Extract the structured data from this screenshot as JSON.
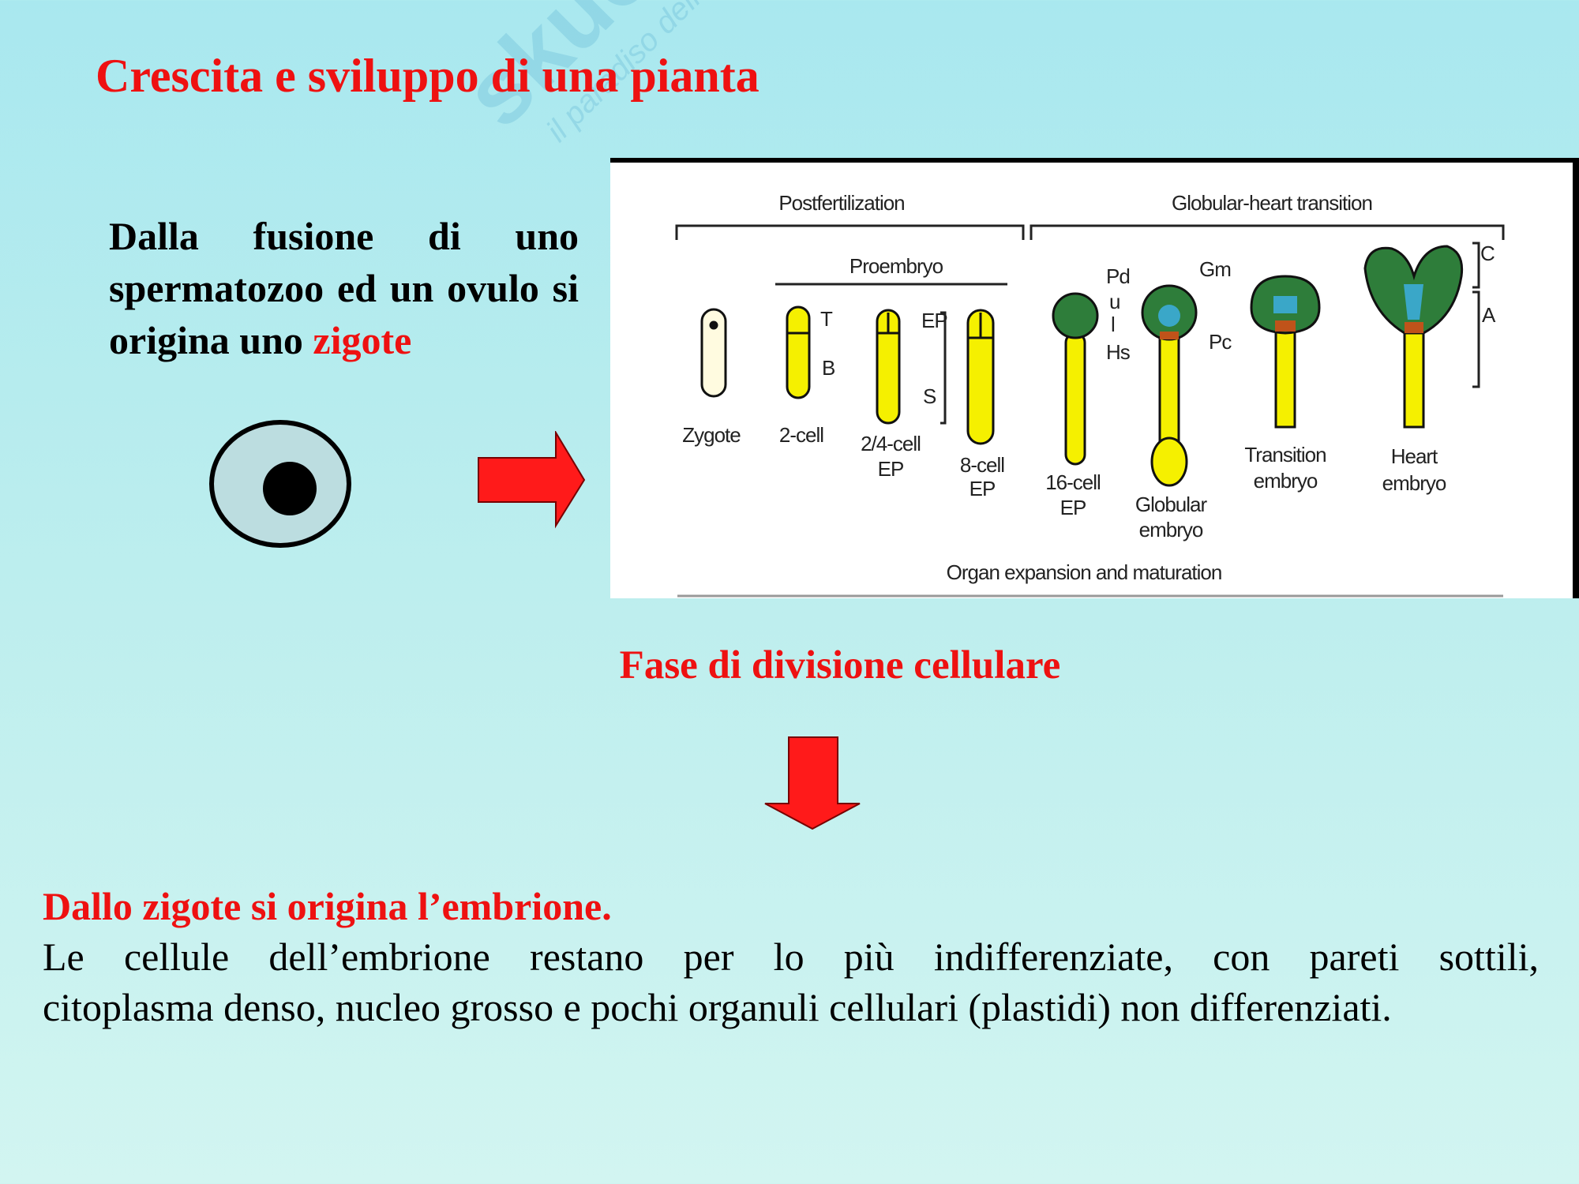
{
  "slide": {
    "title": "Crescita e sviluppo di una pianta",
    "intro": {
      "text": "Dalla fusione di uno spermatozoo ed un ovulo si origina uno",
      "highlight": "zigote"
    },
    "phase_label": "Fase di divisione cellulare",
    "conclusion": {
      "heading": "Dallo zigote si origina l’embrione.",
      "line1": "Le cellule dell’embrione restano per lo più indifferenziate, con pareti sottili,",
      "line2": "citoplasma denso, nucleo grosso e pochi organuli cellulari (plastidi) non differenziati."
    },
    "watermark": "skuola.net il paradiso dello studente"
  },
  "diagram": {
    "sections": {
      "postfertilization": "Postfertilization",
      "globular_heart": "Globular-heart transition",
      "proembryo": "Proembryo",
      "organ": "Organ expansion and maturation"
    },
    "stages": {
      "zygote": "Zygote",
      "two_cell": "2-cell",
      "two_four_a": "2/4-cell",
      "two_four_b": "EP",
      "eight_a": "8-cell",
      "eight_b": "EP",
      "sixteen_a": "16-cell",
      "sixteen_b": "EP",
      "globular_a": "Globular",
      "globular_b": "embryo",
      "transition_a": "Transition",
      "transition_b": "embryo",
      "heart_a": "Heart",
      "heart_b": "embryo"
    },
    "marks": {
      "T": "T",
      "B": "B",
      "EP": "EP",
      "S": "S",
      "Pd": "Pd",
      "u": "u",
      "l": "l",
      "Hs": "Hs",
      "Gm": "Gm",
      "Pc": "Pc",
      "C": "C",
      "A": "A"
    },
    "colors": {
      "cell": "#f5f000",
      "tissue": "#2e7d3a",
      "inner": "#3aa7c8",
      "hypophysis": "#c0531a"
    }
  }
}
